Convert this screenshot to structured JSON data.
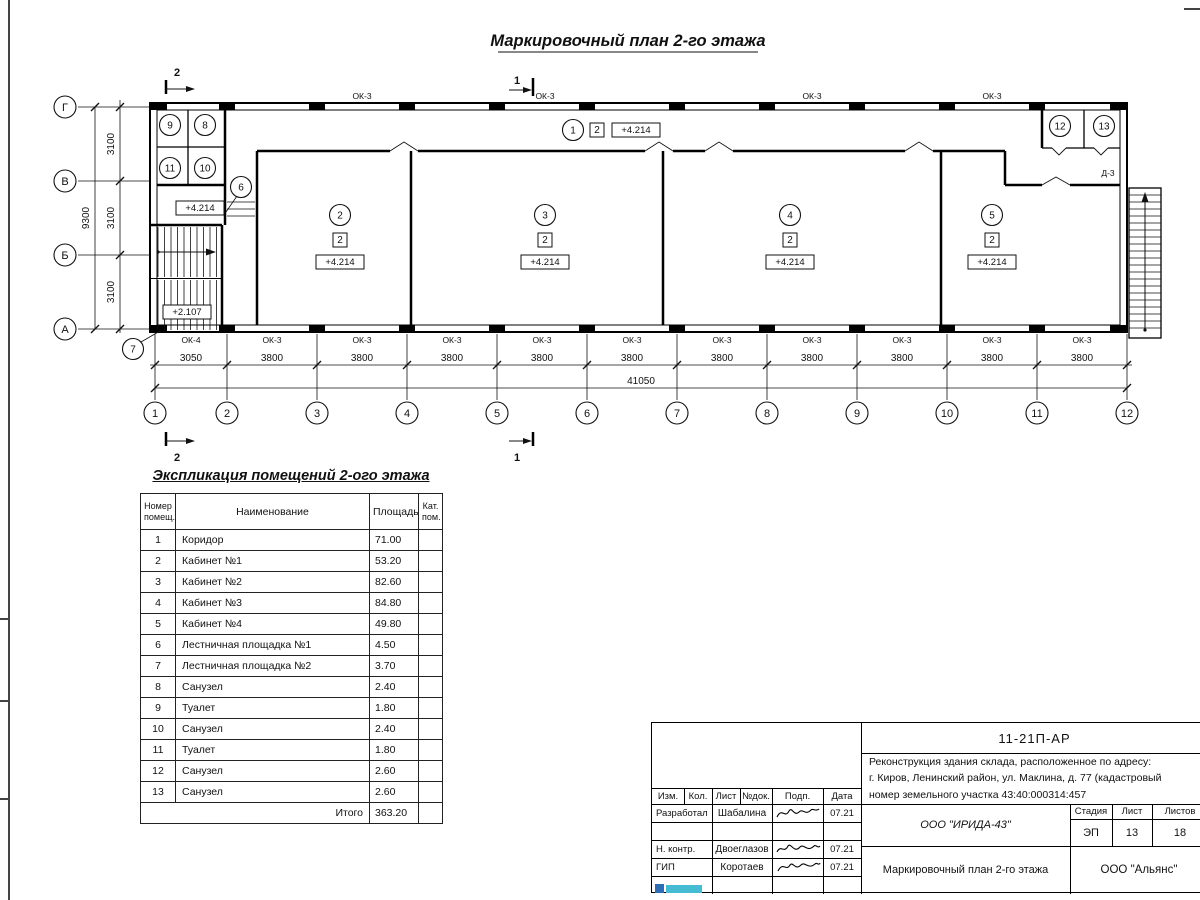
{
  "sheet": {
    "plan_title": "Маркировочный план 2-го этажа"
  },
  "plan": {
    "axes_cols": [
      "1",
      "2",
      "3",
      "4",
      "5",
      "6",
      "7",
      "8",
      "9",
      "10",
      "11",
      "12"
    ],
    "axes_rows": [
      "Г",
      "В",
      "Б",
      "А"
    ],
    "dims_col": [
      "3050",
      "3800",
      "3800",
      "3800",
      "3800",
      "3800",
      "3800",
      "3800",
      "3800",
      "3800",
      "3800"
    ],
    "dims_col_total": "41050",
    "dims_row": [
      "3100",
      "3100",
      "3100"
    ],
    "dims_row_total": "9300",
    "windows_top": [
      "ОК-3",
      "ОК-3",
      "ОК-3",
      "ОК-3"
    ],
    "windows_bottom": [
      "ОК-4",
      "ОК-3",
      "ОК-3",
      "ОК-3",
      "ОК-3",
      "ОК-3",
      "ОК-3",
      "ОК-3",
      "ОК-3",
      "ОК-3",
      "ОК-3"
    ],
    "sections": {
      "s1": "1",
      "s2": "2"
    },
    "rooms": {
      "r1": "1",
      "r2": "2",
      "r3": "3",
      "r4": "4",
      "r5": "5",
      "r6": "6",
      "r7": "7",
      "r8": "8",
      "r9": "9",
      "r10": "10",
      "r11": "11",
      "r12": "12",
      "r13": "13"
    },
    "category": "2",
    "elev_main": "+4.214",
    "elev_stair": "+2.107",
    "door_mark": "Д-3"
  },
  "explication": {
    "title": "Экспликация помещений 2-ого этажа",
    "headers": {
      "num1": "Номер",
      "num2": "помещ.",
      "name": "Наименование",
      "area": "Площадь",
      "cat1": "Кат.",
      "cat2": "пом."
    },
    "rows": [
      {
        "num": "1",
        "name": "Коридор",
        "area": "71.00"
      },
      {
        "num": "2",
        "name": "Кабинет №1",
        "area": "53.20"
      },
      {
        "num": "3",
        "name": "Кабинет №2",
        "area": "82.60"
      },
      {
        "num": "4",
        "name": "Кабинет №3",
        "area": "84.80"
      },
      {
        "num": "5",
        "name": "Кабинет №4",
        "area": "49.80"
      },
      {
        "num": "6",
        "name": "Лестничная площадка №1",
        "area": "4.50"
      },
      {
        "num": "7",
        "name": "Лестничная площадка №2",
        "area": "3.70"
      },
      {
        "num": "8",
        "name": "Санузел",
        "area": "2.40"
      },
      {
        "num": "9",
        "name": "Туалет",
        "area": "1.80"
      },
      {
        "num": "10",
        "name": "Санузел",
        "area": "2.40"
      },
      {
        "num": "11",
        "name": "Туалет",
        "area": "1.80"
      },
      {
        "num": "12",
        "name": "Санузел",
        "area": "2.60"
      },
      {
        "num": "13",
        "name": "Санузел",
        "area": "2.60"
      }
    ],
    "total_label": "Итого",
    "total_area": "363.20"
  },
  "titleblock": {
    "doc_code": "11-21П-АР",
    "project_line1": "Реконструкция здания склада, расположенное по адресу:",
    "project_line2": "г. Киров, Ленинский район, ул. Маклина, д. 77 (кадастровый",
    "project_line3": "номер земельного участка 43:40:000314:457",
    "cols": {
      "izm": "Изм.",
      "kol": "Кол.",
      "list": "Лист",
      "doc": "№док.",
      "podp": "Подп.",
      "data": "Дата"
    },
    "rows": [
      {
        "role": "Разработал",
        "name": "Шабалина",
        "date": "07.21"
      },
      {
        "role": "Н. контр.",
        "name": "Двоеглазов",
        "date": "07.21"
      },
      {
        "role": "ГИП",
        "name": "Коротаев",
        "date": "07.21"
      }
    ],
    "org": "ООО \"ИРИДА-43\"",
    "stage_label": "Стадия",
    "sheet_label": "Лист",
    "sheets_label": "Листов",
    "stage": "ЭП",
    "sheet_no": "13",
    "sheets_total": "18",
    "sheet_title": "Маркировочный план 2-го этажа",
    "company": "ООО \"Альянс\""
  },
  "colors": {
    "line": "#111111",
    "stamp_blue": "#2f6db5",
    "stamp_teal": "#45bcd2"
  }
}
